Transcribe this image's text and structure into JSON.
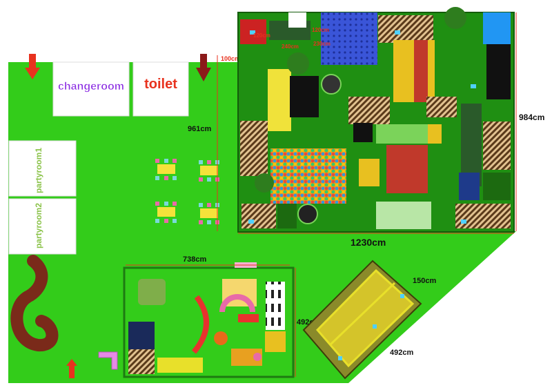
{
  "rooms": {
    "changeroom": "changeroom",
    "toilet": "toilet",
    "partyroom1": "partyroom1",
    "partyroom2": "partyroom2"
  },
  "dimensions": {
    "main_height": "984cm",
    "main_width": "1230cm",
    "main_inner": "961cm",
    "main_top_left": "100cm",
    "toddler_width": "738cm",
    "toddler_height": "492cm",
    "trampoline_width": "150cm",
    "trampoline_length": "492cm",
    "red_a": "120cm",
    "red_b": "120cm",
    "red_c": "240cm",
    "red_d": "230cm"
  },
  "colors": {
    "floor": "#33cc1a",
    "floor_dark": "#22aa10",
    "frame": "#1e7a12",
    "arrow": "#e8321e",
    "changeroom_text": "#8a2be2",
    "toilet_text": "#e8321e",
    "party_text": "#8bc34a"
  }
}
